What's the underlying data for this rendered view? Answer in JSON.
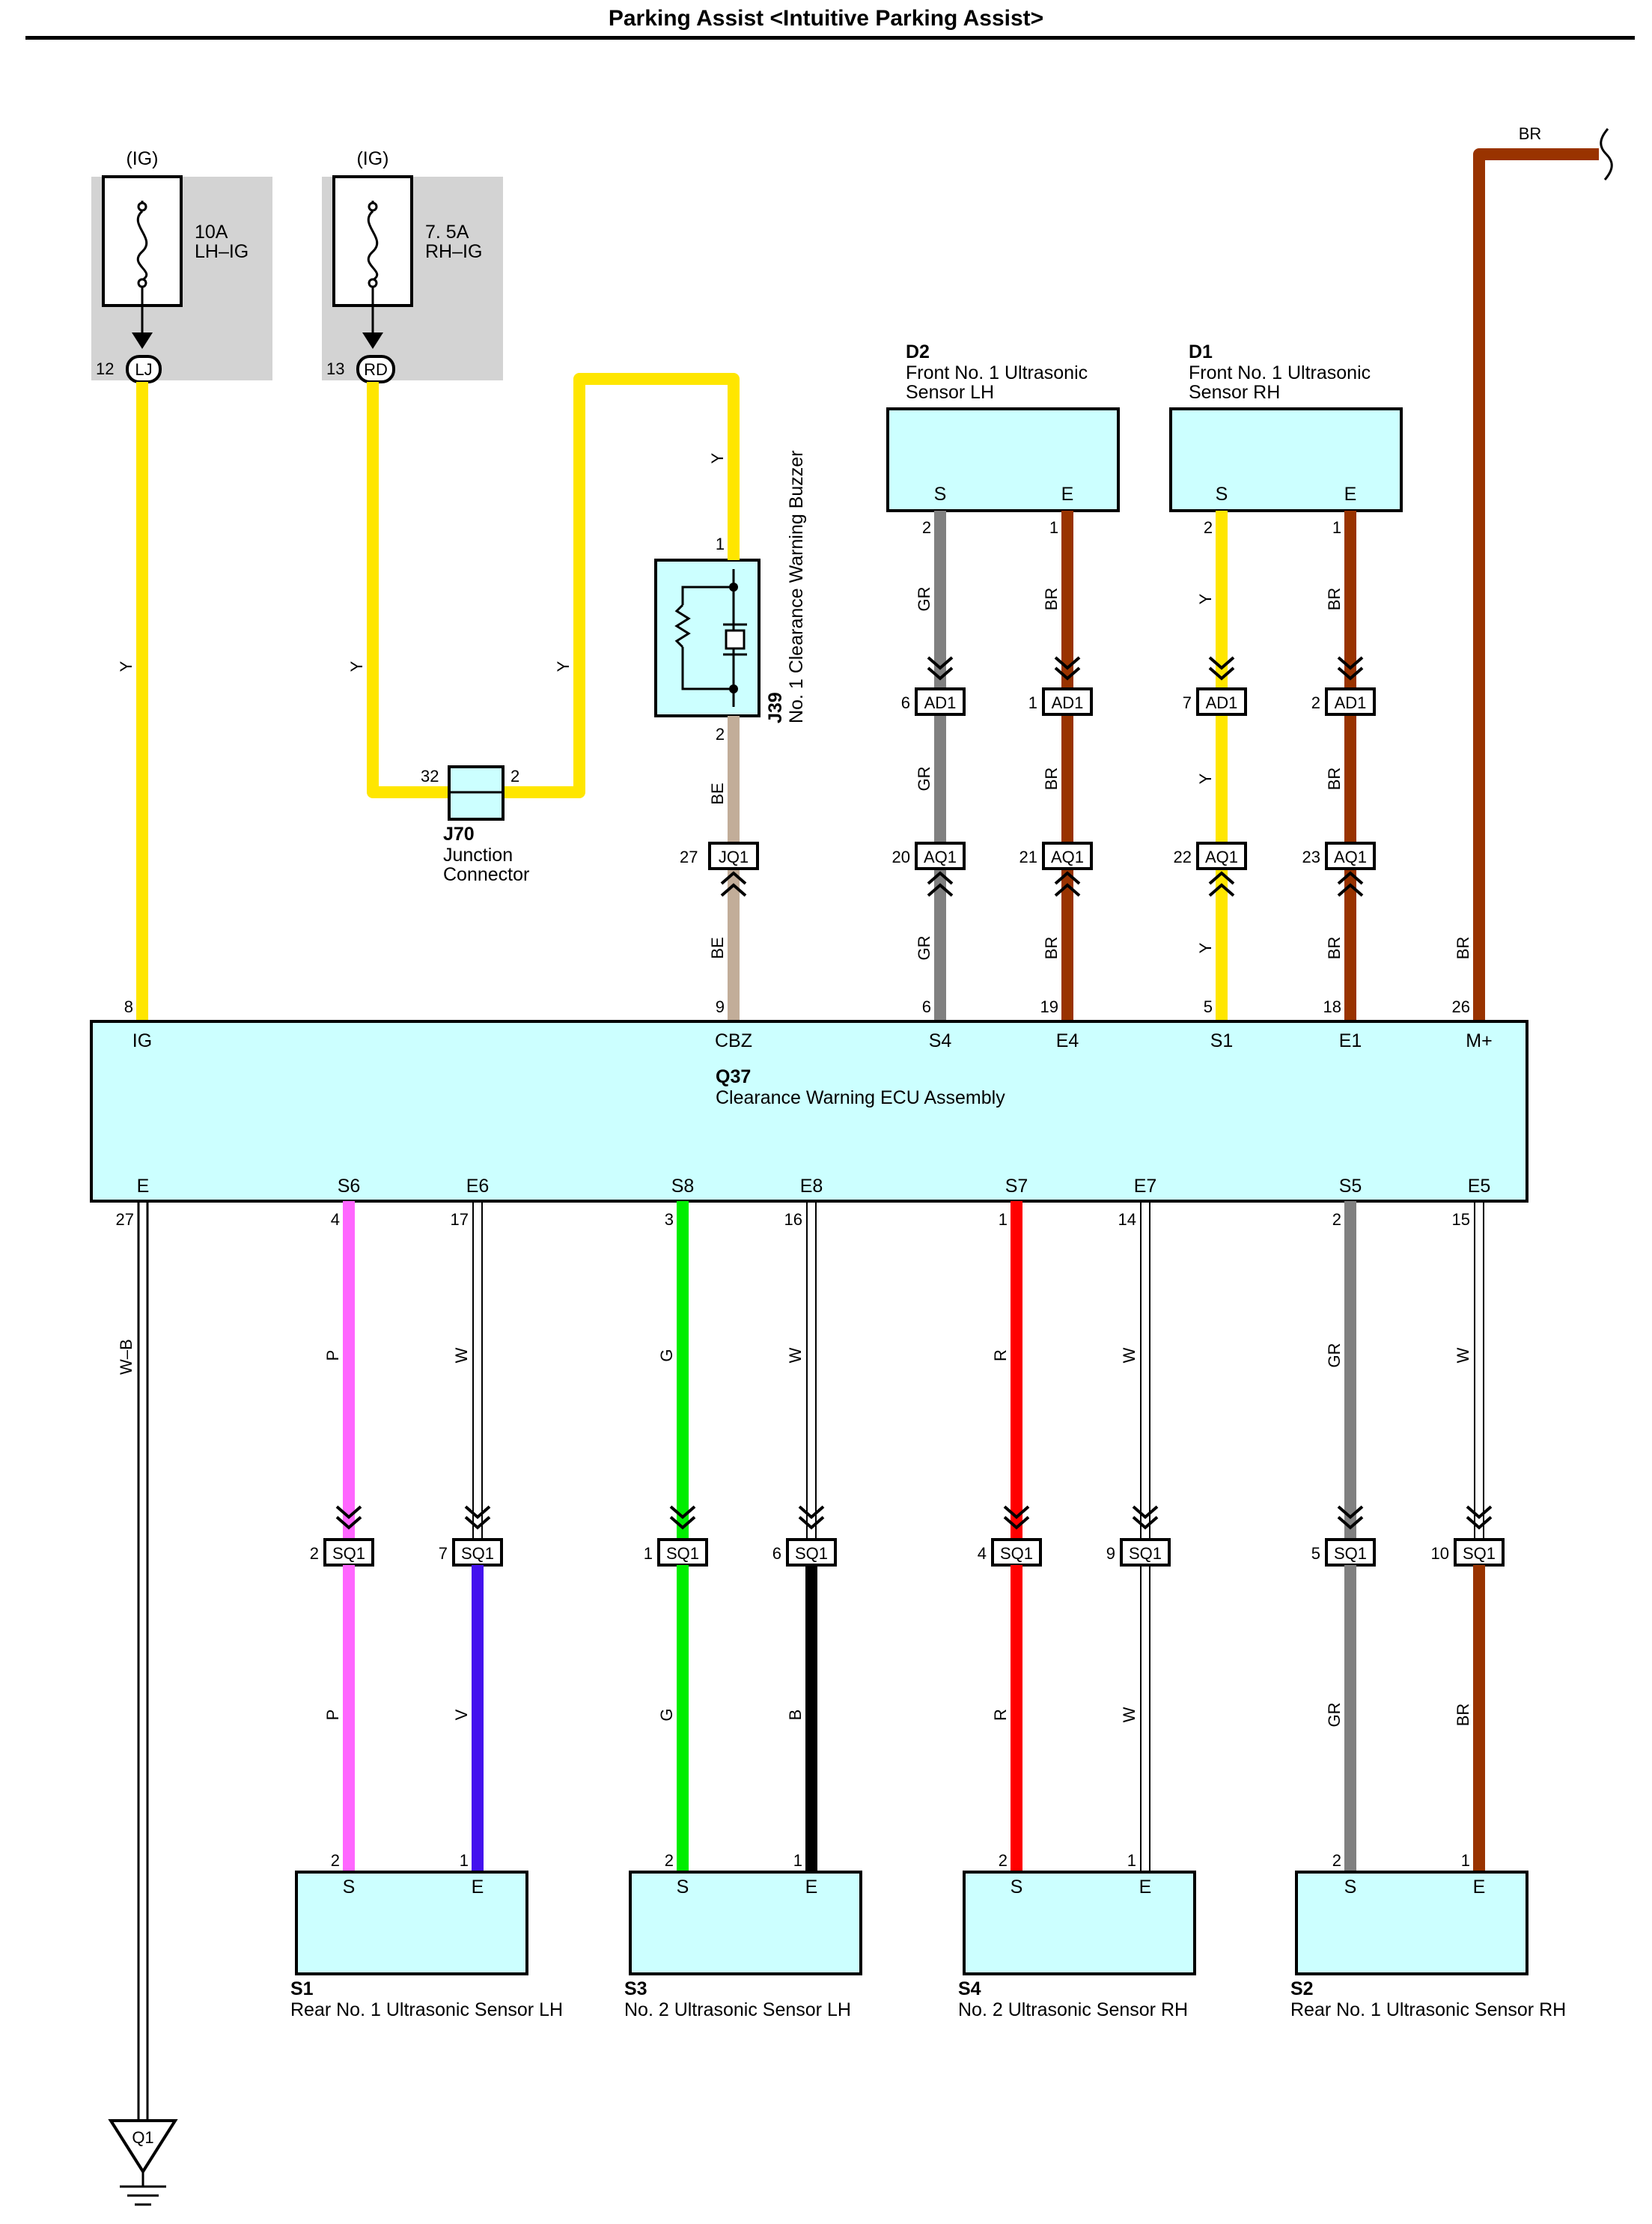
{
  "title": "Parking Assist <Intuitive Parking Assist>",
  "fuses": [
    {
      "supply": "(IG)",
      "amp": "10A",
      "name": "LH–IG",
      "pin": "12",
      "term": "LJ"
    },
    {
      "supply": "(IG)",
      "amp": "7. 5A",
      "name": "RH–IG",
      "pin": "13",
      "term": "RD"
    }
  ],
  "junction": {
    "id": "J70",
    "name_line1": "Junction",
    "name_line2": "Connector",
    "pin_left": "32",
    "pin_right": "2"
  },
  "buzzer": {
    "id": "J39",
    "name": "No.  1 Clearance Warning Buzzer",
    "pin_top": "1",
    "pin_bottom": "2",
    "conn": "JQ1",
    "conn_pin": "27"
  },
  "front_sensors": [
    {
      "id": "D2",
      "line1": "Front No.  1 Ultrasonic",
      "line2": "Sensor LH",
      "s_label": "S",
      "e_label": "E",
      "s_pin": "2",
      "e_pin": "1"
    },
    {
      "id": "D1",
      "line1": "Front No.  1 Ultrasonic",
      "line2": "Sensor RH",
      "s_label": "S",
      "e_label": "E",
      "s_pin": "2",
      "e_pin": "1"
    }
  ],
  "ecu": {
    "id": "Q37",
    "name": "Clearance Warning ECU Assembly",
    "top_terminals": [
      {
        "pin": "8",
        "label": "IG"
      },
      {
        "pin": "9",
        "label": "CBZ"
      },
      {
        "pin": "6",
        "label": "S4"
      },
      {
        "pin": "19",
        "label": "E4"
      },
      {
        "pin": "5",
        "label": "S1"
      },
      {
        "pin": "18",
        "label": "E1"
      },
      {
        "pin": "26",
        "label": "M+"
      }
    ],
    "bottom_terminals": [
      {
        "pin": "27",
        "label": "E"
      },
      {
        "pin": "4",
        "label": "S6"
      },
      {
        "pin": "17",
        "label": "E6"
      },
      {
        "pin": "3",
        "label": "S8"
      },
      {
        "pin": "16",
        "label": "E8"
      },
      {
        "pin": "1",
        "label": "S7"
      },
      {
        "pin": "14",
        "label": "E7"
      },
      {
        "pin": "2",
        "label": "S5"
      },
      {
        "pin": "15",
        "label": "E5"
      }
    ]
  },
  "front_wires": [
    {
      "color": "GR",
      "ad1": "AD1",
      "ad1_pin": "6",
      "aq1": "AQ1",
      "aq1_pin": "20"
    },
    {
      "color": "BR",
      "ad1": "AD1",
      "ad1_pin": "1",
      "aq1": "AQ1",
      "aq1_pin": "21"
    },
    {
      "color": "Y",
      "ad1": "AD1",
      "ad1_pin": "7",
      "aq1": "AQ1",
      "aq1_pin": "22"
    },
    {
      "color": "BR",
      "ad1": "AD1",
      "ad1_pin": "2",
      "aq1": "AQ1",
      "aq1_pin": "23"
    }
  ],
  "wire_labels": {
    "ig": "Y",
    "rd": "Y",
    "rd2": "Y",
    "buzzer_in": "Y",
    "be": "BE",
    "m_plus": "BR",
    "ground": "W–B"
  },
  "rear_wires": [
    {
      "upper": "P",
      "lower": "P",
      "conn": "SQ1",
      "pin": "2"
    },
    {
      "upper": "W",
      "lower": "V",
      "conn": "SQ1",
      "pin": "7"
    },
    {
      "upper": "G",
      "lower": "G",
      "conn": "SQ1",
      "pin": "1"
    },
    {
      "upper": "W",
      "lower": "B",
      "conn": "SQ1",
      "pin": "6"
    },
    {
      "upper": "R",
      "lower": "R",
      "conn": "SQ1",
      "pin": "4"
    },
    {
      "upper": "W",
      "lower": "W",
      "conn": "SQ1",
      "pin": "9"
    },
    {
      "upper": "GR",
      "lower": "GR",
      "conn": "SQ1",
      "pin": "5"
    },
    {
      "upper": "W",
      "lower": "BR",
      "conn": "SQ1",
      "pin": "10"
    }
  ],
  "rear_sensors": [
    {
      "id": "S1",
      "name": "Rear No.  1 Ultrasonic Sensor LH",
      "s_pin": "2",
      "e_pin": "1",
      "s_label": "S",
      "e_label": "E"
    },
    {
      "id": "S3",
      "name": "No.  2 Ultrasonic Sensor LH",
      "s_pin": "2",
      "e_pin": "1",
      "s_label": "S",
      "e_label": "E"
    },
    {
      "id": "S4",
      "name": "No.  2 Ultrasonic Sensor RH",
      "s_pin": "2",
      "e_pin": "1",
      "s_label": "S",
      "e_label": "E"
    },
    {
      "id": "S2",
      "name": "Rear No.  1 Ultrasonic Sensor RH",
      "s_pin": "2",
      "e_pin": "1",
      "s_label": "S",
      "e_label": "E"
    }
  ],
  "ground": {
    "id": "Q1"
  },
  "colors": {
    "Y": "#ffe600",
    "BR": "#993300",
    "GR": "#808080",
    "BE": "#c2ad99",
    "P": "#ff66ff",
    "V": "#4411ee",
    "G": "#00ee00",
    "B": "#000000",
    "R": "#ff0000",
    "W": "#ffffff",
    "box": "#ccffff",
    "fusebg": "#d3d3d3"
  }
}
